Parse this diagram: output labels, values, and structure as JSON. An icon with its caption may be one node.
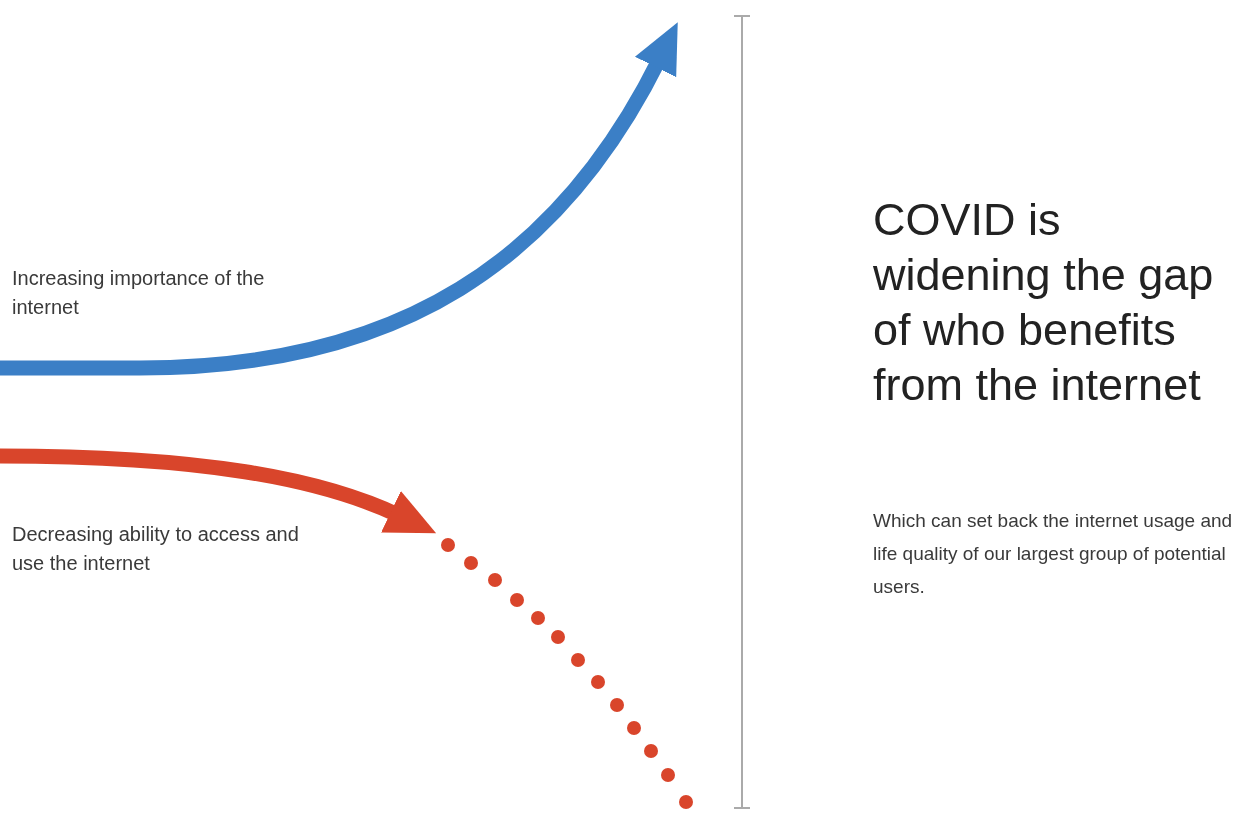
{
  "diagram": {
    "title": "COVID is widening the gap of who benefits from the internet",
    "labels": [
      "Increasing importance of the internet",
      "Decreasing ability to access and use the internet",
      "Which can set back the internet usage and life quality of our largest group of potential users."
    ]
  }
}
